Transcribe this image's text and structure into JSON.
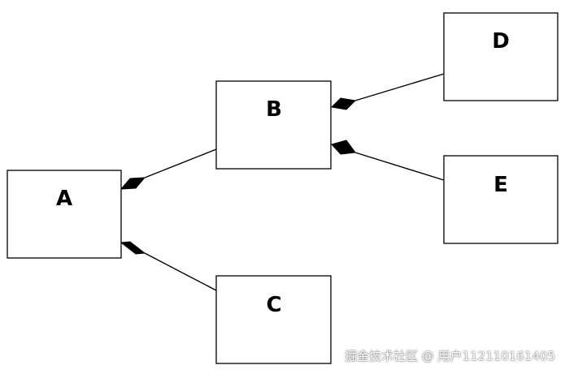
{
  "nodes": {
    "a": {
      "label": "A"
    },
    "b": {
      "label": "B"
    },
    "c": {
      "label": "C"
    },
    "d": {
      "label": "D"
    },
    "e": {
      "label": "E"
    }
  },
  "edges": [
    {
      "whole": "A",
      "part": "B",
      "kind": "composition"
    },
    {
      "whole": "A",
      "part": "C",
      "kind": "composition"
    },
    {
      "whole": "B",
      "part": "D",
      "kind": "composition"
    },
    {
      "whole": "B",
      "part": "E",
      "kind": "composition"
    }
  ],
  "watermark": {
    "text": "掘金技术社区 @ 用户112110161405"
  }
}
